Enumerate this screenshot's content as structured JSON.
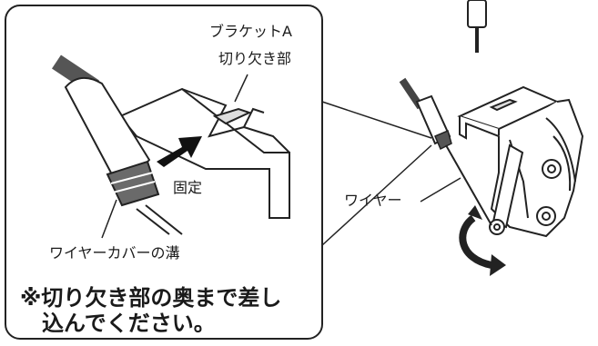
{
  "callouts": {
    "bracket_line1": "ブラケットA",
    "bracket_line2": "切り欠き部",
    "fixed": "固定",
    "wire": "ワイヤー",
    "wire_cover_groove": "ワイヤーカバーの溝"
  },
  "note": {
    "line1": "※切り欠き部の奥まで差し",
    "line2": "込んでください。"
  }
}
